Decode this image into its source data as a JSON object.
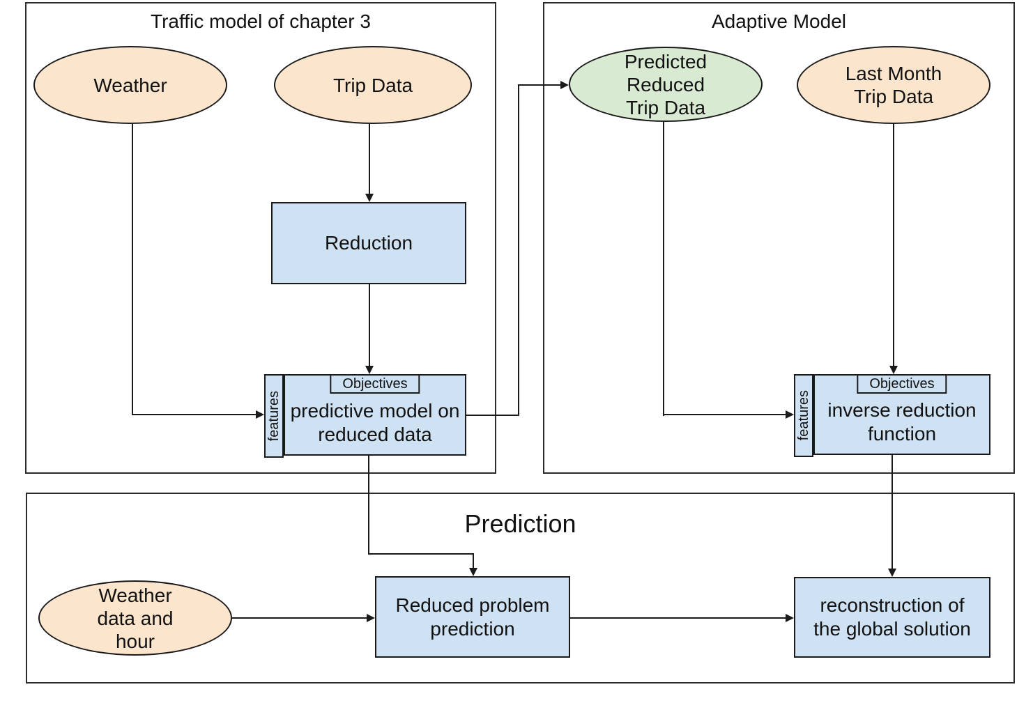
{
  "palette": {
    "orange": "#fce5cd",
    "green": "#d9ead3",
    "blue": "#cfe2f3",
    "line": "#1a1a1a"
  },
  "sections": {
    "traffic": {
      "title": "Traffic model of chapter 3"
    },
    "adaptive": {
      "title": "Adaptive Model"
    },
    "prediction": {
      "title": "Prediction"
    }
  },
  "nodes": {
    "weather": {
      "label": "Weather",
      "fill": "#fce5cd"
    },
    "trip_data": {
      "label": "Trip Data",
      "fill": "#fce5cd"
    },
    "predicted_reduced": {
      "label": "Predicted\nReduced\nTrip Data",
      "fill": "#d9ead3"
    },
    "last_month": {
      "label": "Last Month\nTrip Data",
      "fill": "#fce5cd"
    },
    "weather_hour": {
      "label": "Weather\ndata and\nhour",
      "fill": "#fce5cd"
    },
    "reduction": {
      "label": "Reduction",
      "fill": "#cfe2f3"
    },
    "predictive_model": {
      "label": "predictive model on\nreduced data",
      "objectives": "Objectives",
      "features": "features",
      "fill": "#cfe2f3"
    },
    "inverse_reduction": {
      "label": "inverse reduction\nfunction",
      "objectives": "Objectives",
      "features": "features",
      "fill": "#cfe2f3"
    },
    "reduced_problem": {
      "label": "Reduced problem\nprediction",
      "fill": "#cfe2f3"
    },
    "reconstruction": {
      "label": "reconstruction of\nthe global solution",
      "fill": "#cfe2f3"
    }
  }
}
